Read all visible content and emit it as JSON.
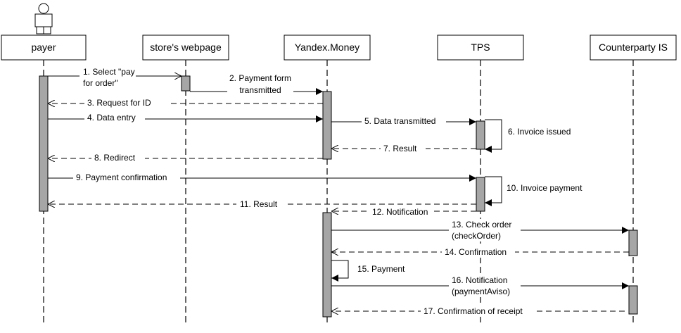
{
  "actor": {
    "icon": "stick-figure-icon"
  },
  "participants": [
    {
      "id": "payer",
      "label": "payer"
    },
    {
      "id": "store",
      "label": "store's webpage"
    },
    {
      "id": "ym",
      "label": "Yandex.Money"
    },
    {
      "id": "tps",
      "label": "TPS"
    },
    {
      "id": "cis",
      "label": "Counterparty IS"
    }
  ],
  "messages": [
    {
      "id": "m1",
      "from": "payer",
      "to": "store",
      "style": "solid",
      "lines": [
        "1. Select \"pay",
        "for order\""
      ]
    },
    {
      "id": "m2",
      "from": "store",
      "to": "ym",
      "style": "solid",
      "lines": [
        "2. Payment form",
        "transmitted"
      ]
    },
    {
      "id": "m3",
      "from": "ym",
      "to": "payer",
      "style": "dashed",
      "lines": [
        "3. Request for ID"
      ]
    },
    {
      "id": "m4",
      "from": "payer",
      "to": "ym",
      "style": "solid",
      "lines": [
        "4. Data entry"
      ]
    },
    {
      "id": "m5",
      "from": "ym",
      "to": "tps",
      "style": "solid",
      "lines": [
        "5. Data transmitted"
      ]
    },
    {
      "id": "m6",
      "from": "tps",
      "to": "tps",
      "style": "solid",
      "lines": [
        "6. Invoice issued"
      ]
    },
    {
      "id": "m7",
      "from": "tps",
      "to": "ym",
      "style": "dashed",
      "lines": [
        "7. Result"
      ]
    },
    {
      "id": "m8",
      "from": "ym",
      "to": "payer",
      "style": "dashed",
      "lines": [
        "8. Redirect"
      ]
    },
    {
      "id": "m9",
      "from": "payer",
      "to": "tps",
      "style": "solid",
      "lines": [
        "9. Payment confirmation"
      ]
    },
    {
      "id": "m10",
      "from": "tps",
      "to": "tps",
      "style": "solid",
      "lines": [
        "10. Invoice payment"
      ]
    },
    {
      "id": "m11",
      "from": "tps",
      "to": "payer",
      "style": "dashed",
      "lines": [
        "11. Result"
      ]
    },
    {
      "id": "m12",
      "from": "tps",
      "to": "ym",
      "style": "dashed",
      "lines": [
        "12. Notification"
      ]
    },
    {
      "id": "m13",
      "from": "ym",
      "to": "cis",
      "style": "solid",
      "lines": [
        "13. Check order",
        "(checkOrder)"
      ]
    },
    {
      "id": "m14",
      "from": "cis",
      "to": "ym",
      "style": "dashed",
      "lines": [
        "14. Confirmation"
      ]
    },
    {
      "id": "m15",
      "from": "ym",
      "to": "ym",
      "style": "solid",
      "lines": [
        "15. Payment"
      ]
    },
    {
      "id": "m16",
      "from": "ym",
      "to": "cis",
      "style": "solid",
      "lines": [
        "16. Notification",
        "(paymentAviso)"
      ]
    },
    {
      "id": "m17",
      "from": "cis",
      "to": "ym",
      "style": "dashed",
      "lines": [
        "17. Confirmation of receipt"
      ]
    }
  ]
}
